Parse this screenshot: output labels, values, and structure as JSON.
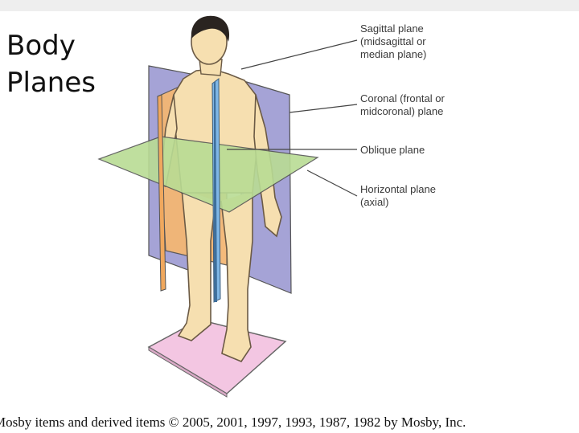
{
  "title": {
    "line1": "Body",
    "line2": "Planes"
  },
  "labels": {
    "sagittal": [
      "Sagittal plane",
      "(midsagittal or",
      "median plane)"
    ],
    "coronal": [
      "Coronal (frontal or",
      "midcoronal) plane"
    ],
    "oblique": [
      "Oblique plane"
    ],
    "horizontal": [
      "Horizontal plane",
      "(axial)"
    ]
  },
  "credit": "Mosby items and derived items © 2005, 2001, 1997, 1993, 1987, 1982 by Mosby, Inc.",
  "colors": {
    "skin": "#f6dfb0",
    "skin_outline": "#6b5a45",
    "hair": "#2a2420",
    "sagittal_plane": "#7fb7e6",
    "coronal_plane": "#a5a3d6",
    "oblique_plane": "#f4b774",
    "horizontal_plane": "#b9dc94",
    "floor_plate": "#f3c6e2"
  }
}
